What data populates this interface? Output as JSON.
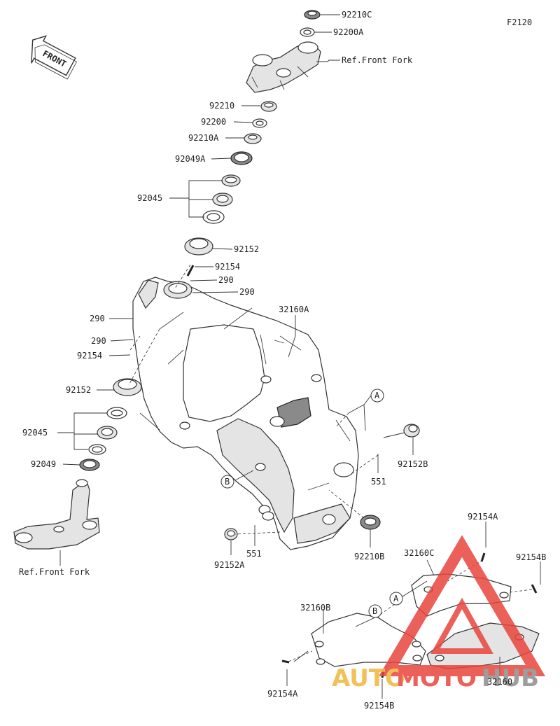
{
  "figure_code": "F2120",
  "front_label": "FRONT",
  "callouts": {
    "c1": "92210C",
    "c2": "92200A",
    "c3": "Ref.Front Fork",
    "c4": "92210",
    "c5": "92200",
    "c6": "92210A",
    "c7": "92049A",
    "c8": "92045",
    "c9": "92152",
    "c10": "92154",
    "c11": "290",
    "c12": "290",
    "c13": "32160A",
    "c14": "290",
    "c15": "290",
    "c16": "92154",
    "c17": "92152",
    "c18": "A",
    "c19": "92152B",
    "c20": "92045",
    "c21": "551",
    "c22": "92049",
    "c23": "B",
    "c24": "Ref.Front Fork",
    "c25": "551",
    "c26": "92152A",
    "c27": "92210B",
    "c28": "92154A",
    "c29": "32160C",
    "c30": "92154B",
    "c31": "A",
    "c32": "32160B",
    "c33": "B",
    "c34": "92154A",
    "c35": "92154B",
    "c36": "32160"
  },
  "watermark": {
    "auto": "AUTO",
    "moto": "MOTO",
    "hub": "HUB",
    "red": "#e8453c",
    "gold": "#f0b63a",
    "grey": "#8c8c8c"
  }
}
